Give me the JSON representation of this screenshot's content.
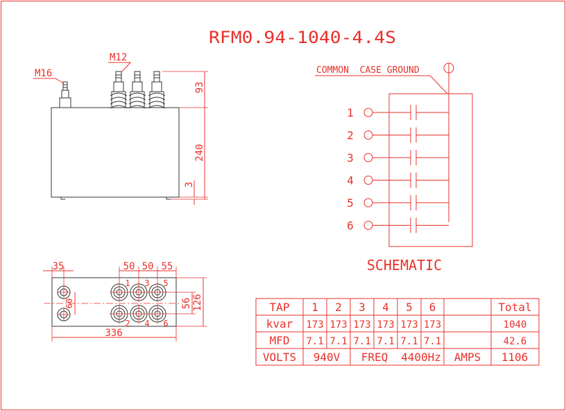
{
  "title": "RFM0.94-1040-4.4S",
  "side_view": {
    "terminal_left_label": "M16",
    "terminal_right_label": "M12",
    "dim_terminal_height": "93",
    "dim_body_height": "240",
    "dim_foot": "3"
  },
  "schematic": {
    "ground_label": "COMMON  CASE GROUND",
    "caption": "SCHEMATIC",
    "terminals": [
      "1",
      "2",
      "3",
      "4",
      "5",
      "6"
    ]
  },
  "top_view": {
    "dim_left": "35",
    "dim_spacing_1": "50",
    "dim_spacing_2": "50",
    "dim_spacing_3": "55",
    "dim_height_small": "56",
    "dim_height_total": "126",
    "dim_ground_spacing": "60",
    "dim_length": "336",
    "top_terminal_labels": [
      "1",
      "3",
      "5"
    ],
    "bottom_terminal_labels": [
      "2",
      "4",
      "6"
    ]
  },
  "table": {
    "rows": [
      {
        "label": "TAP",
        "cells": [
          "1",
          "2",
          "3",
          "4",
          "5",
          "6",
          "",
          "Total"
        ]
      },
      {
        "label": "kvar",
        "cells": [
          "173",
          "173",
          "173",
          "173",
          "173",
          "173",
          "",
          "1040"
        ]
      },
      {
        "label": "MFD",
        "cells": [
          "7.1",
          "7.1",
          "7.1",
          "7.1",
          "7.1",
          "7.1",
          "",
          "42.6"
        ]
      }
    ],
    "volts_label": "VOLTS",
    "volts_value": "940V",
    "freq_label": "FREQ",
    "freq_value": "4400Hz",
    "amps_label": "AMPS",
    "amps_value": "1106"
  },
  "colors": {
    "line": "#e8302a",
    "outline": "#333333",
    "background": "#ffffff"
  }
}
